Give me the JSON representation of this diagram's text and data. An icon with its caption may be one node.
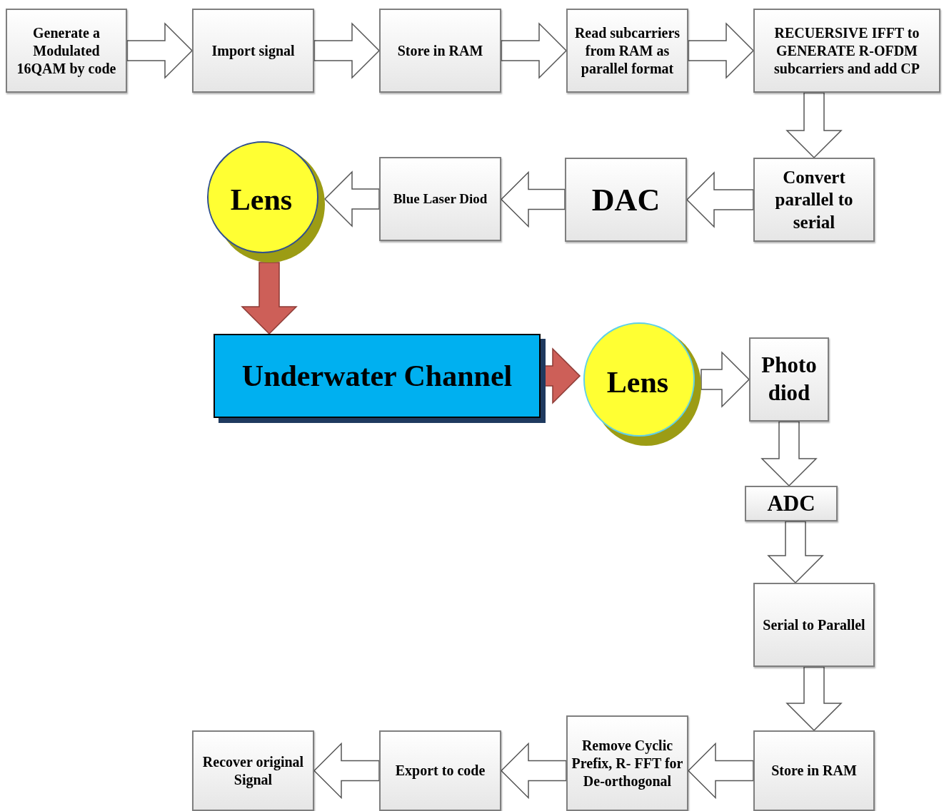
{
  "diagram": {
    "nodes": [
      {
        "text": [
          "Generate a Modulated 16QAM by code"
        ]
      },
      {
        "text": [
          "Import signal"
        ]
      },
      {
        "text": [
          "Store in RAM"
        ]
      },
      {
        "text": [
          "Read subcarriers from RAM as parallel format"
        ]
      },
      {
        "text": [
          "RECUERSIVE IFFT to GENERATE R-OFDM subcarriers and add CP"
        ]
      },
      {
        "text": [
          "Convert parallel to serial"
        ]
      },
      {
        "text": [
          "DAC"
        ]
      },
      {
        "text": [
          "Blue Laser Diod"
        ]
      },
      {
        "text": [
          "Lens"
        ]
      },
      {
        "text": [
          "Underwater Channel"
        ]
      },
      {
        "text": [
          "Lens"
        ]
      },
      {
        "text": [
          "Photo diod"
        ]
      },
      {
        "text": [
          "ADC"
        ]
      },
      {
        "text": [
          "Serial to Parallel"
        ]
      },
      {
        "text": [
          "Store in RAM"
        ]
      },
      {
        "text": [
          "Remove Cyclic Prefix, R- FFT for De-orthogonal"
        ]
      },
      {
        "text": [
          "Export to code"
        ]
      },
      {
        "text": [
          "Recover original Signal"
        ]
      }
    ],
    "edges": [
      {
        "from": 0,
        "to": 1,
        "arrow": "to"
      },
      {
        "from": 1,
        "to": 2,
        "arrow": "to"
      },
      {
        "from": 2,
        "to": 3,
        "arrow": "to"
      },
      {
        "from": 3,
        "to": 4,
        "arrow": "to"
      },
      {
        "from": 4,
        "to": 5,
        "arrow": "to"
      },
      {
        "from": 5,
        "to": 6,
        "arrow": "to"
      },
      {
        "from": 6,
        "to": 7,
        "arrow": "to"
      },
      {
        "from": 7,
        "to": 8,
        "arrow": "to"
      },
      {
        "from": 8,
        "to": 9,
        "arrow": "to",
        "color": "#cd5f58"
      },
      {
        "from": 9,
        "to": 10,
        "arrow": "to",
        "color": "#cd5f58"
      },
      {
        "from": 10,
        "to": 11,
        "arrow": "to"
      },
      {
        "from": 11,
        "to": 12,
        "arrow": "to"
      },
      {
        "from": 12,
        "to": 13,
        "arrow": "to"
      },
      {
        "from": 13,
        "to": 14,
        "arrow": "to"
      },
      {
        "from": 14,
        "to": 15,
        "arrow": "to"
      },
      {
        "from": 15,
        "to": 16,
        "arrow": "to"
      },
      {
        "from": 16,
        "to": 17,
        "arrow": "to"
      }
    ]
  }
}
